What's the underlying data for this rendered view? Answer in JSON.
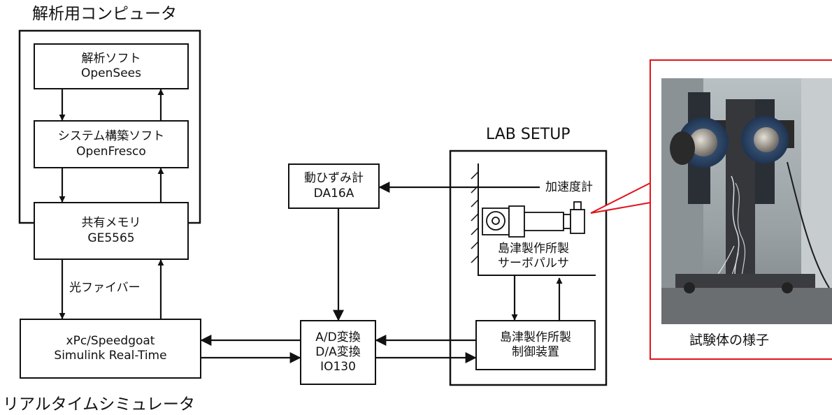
{
  "title_computer": "解析用コンピュータ",
  "title_realtime": "リアルタイムシミュレータ",
  "title_lab": "LAB SETUP",
  "boxes": {
    "analysis_soft": {
      "line1": "解析ソフト",
      "line2": "OpenSees"
    },
    "system_soft": {
      "line1": "システム構築ソフト",
      "line2": "OpenFresco"
    },
    "shared_memory": {
      "line1": "共有メモリ",
      "line2": "GE5565"
    },
    "xpc": {
      "line1": "xPc/Speedgoat",
      "line2": "Simulink Real-Time"
    },
    "converter": {
      "line1": "A/D変換",
      "line2": "D/A変換",
      "line3": "IO130"
    },
    "strain": {
      "line1": "動ひずみ計",
      "line2": "DA16A"
    },
    "controller": {
      "line1": "島津製作所製",
      "line2": "制御装置"
    }
  },
  "labels": {
    "fiber": "光ファイバー",
    "accelerometer": "加速度計",
    "servo_line1": "島津製作所製",
    "servo_line2": "サーボパルサ"
  },
  "photo_caption": "試験体の様子",
  "colors": {
    "callout": "#e0141b",
    "line": "#111111"
  }
}
